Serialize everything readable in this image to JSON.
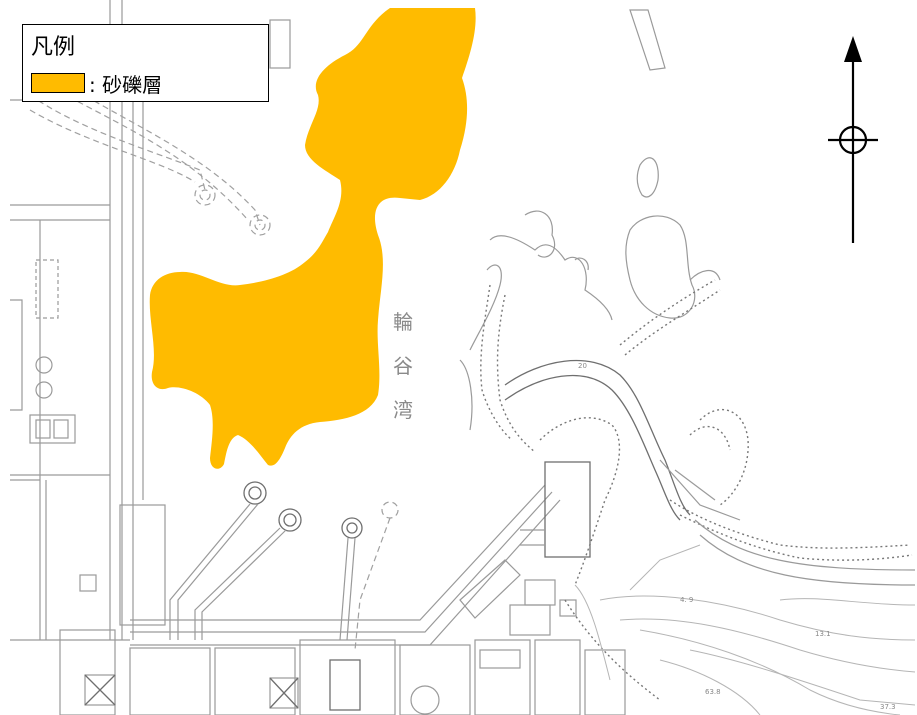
{
  "legend": {
    "title": "凡例",
    "item_label": ": 砂礫層",
    "gravel_color": "#FFBB00"
  },
  "map_labels": {
    "bay_char_1": "輪",
    "bay_char_2": "谷",
    "bay_char_3": "湾"
  },
  "spot_heights": {
    "h1": "20",
    "h2": "4. 9",
    "h3": "13.1",
    "h4": "63.8",
    "h5": "37.3"
  },
  "north_arrow": {
    "icon": "north-arrow-icon"
  }
}
